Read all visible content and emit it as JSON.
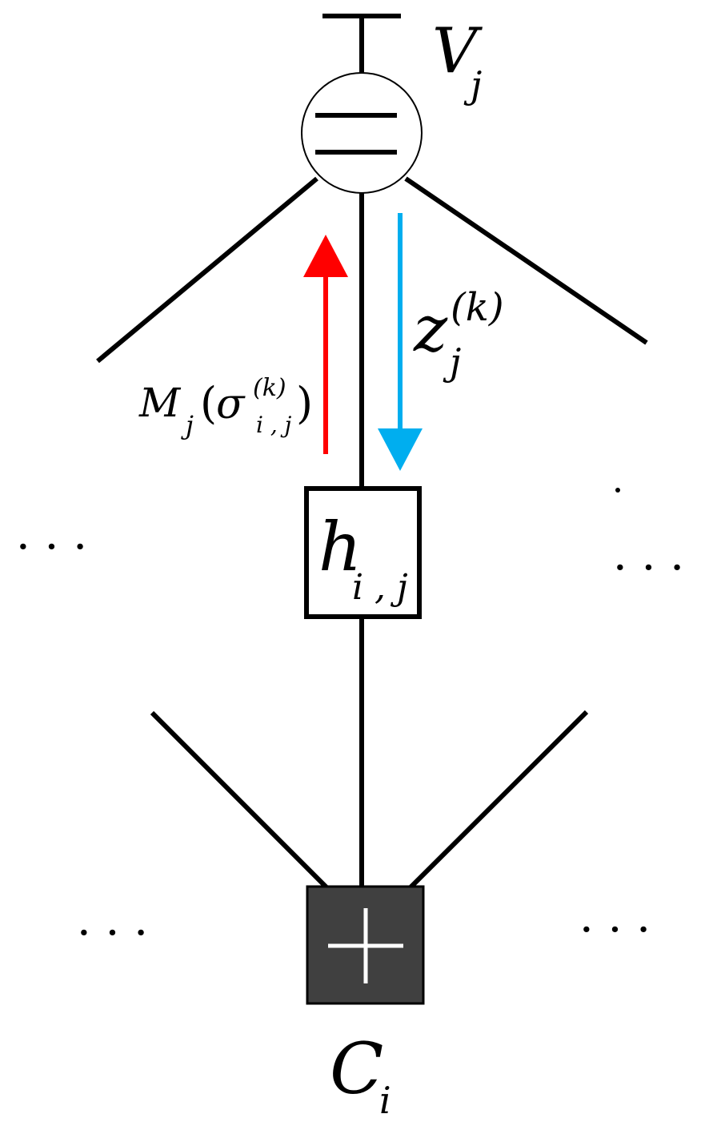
{
  "labels": {
    "variable_node": {
      "main": "V",
      "sub": "j"
    },
    "check_node": {
      "main": "C",
      "sub": "i"
    },
    "channel_node": {
      "main": "h",
      "sub": "i , j"
    },
    "downward_message": {
      "main": "z",
      "sub": "j",
      "sup": "(k)"
    },
    "upward_message": {
      "func": "M",
      "func_sub": "j",
      "open_paren": "(",
      "sigma": "σ",
      "sigma_sub": "i , j",
      "sigma_sup": "(k)",
      "close_paren": ")"
    },
    "dots": "· · ·"
  },
  "colors": {
    "upward_arrow": "#ff0000",
    "downward_arrow": "#00aeef",
    "check_node_fill": "#404040",
    "edge": "#000000"
  },
  "icons": {
    "variable_node": "circle-with-equals-icon",
    "check_node": "plus-icon",
    "ground": "tee-bar-icon"
  }
}
